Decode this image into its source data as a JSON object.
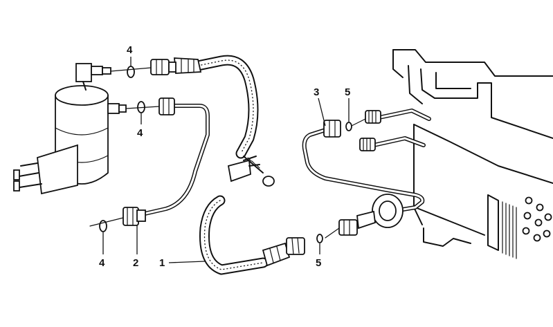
{
  "callouts": [
    {
      "id": "c1",
      "label": "1"
    },
    {
      "id": "c2",
      "label": "2"
    },
    {
      "id": "c3",
      "label": "3"
    },
    {
      "id": "c4a",
      "label": "4"
    },
    {
      "id": "c4b",
      "label": "4"
    },
    {
      "id": "c4c",
      "label": "4"
    },
    {
      "id": "c5a",
      "label": "5"
    },
    {
      "id": "c5b",
      "label": "5"
    }
  ],
  "colors": {
    "ink": "#111111",
    "paper": "#ffffff"
  }
}
